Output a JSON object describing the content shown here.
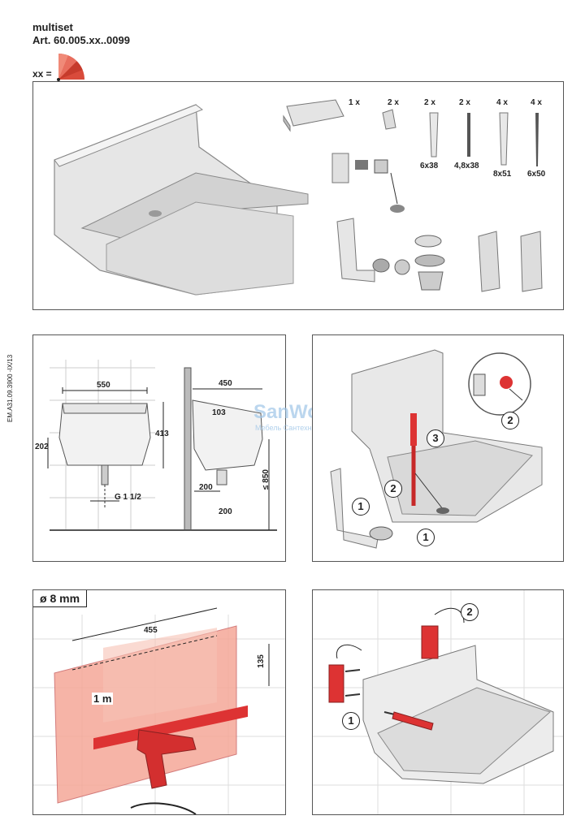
{
  "header": {
    "product": "multiset",
    "article": "Art. 60.005.xx..0099",
    "color_key": "xx ="
  },
  "parts": [
    {
      "qty": "1 x",
      "size": ""
    },
    {
      "qty": "2 x",
      "size": ""
    },
    {
      "qty": "2 x",
      "size": "6x38"
    },
    {
      "qty": "2 x",
      "size": "4,8x38"
    },
    {
      "qty": "4 x",
      "size": "8x51"
    },
    {
      "qty": "4 x",
      "size": "6x50"
    }
  ],
  "dimensions": {
    "width": "550",
    "depth": "450",
    "height_back": "413",
    "height_bowl": "202",
    "outlet_offset": "103",
    "wall_gap": "200",
    "floor_gap": "200",
    "mount_height": "≤ 850",
    "drain": "G 1 1/2"
  },
  "side_code": "EM.A31.09.3900 -IX/13",
  "watermark": {
    "brand": "SanWorld",
    "sub": "Мебель Сантехника Декор"
  },
  "drill": {
    "diameter": "ø 8 mm",
    "hole_spacing": "455",
    "vertical": "135",
    "level": "1 m"
  },
  "steps": {
    "one": "1",
    "two": "2",
    "three": "3"
  }
}
